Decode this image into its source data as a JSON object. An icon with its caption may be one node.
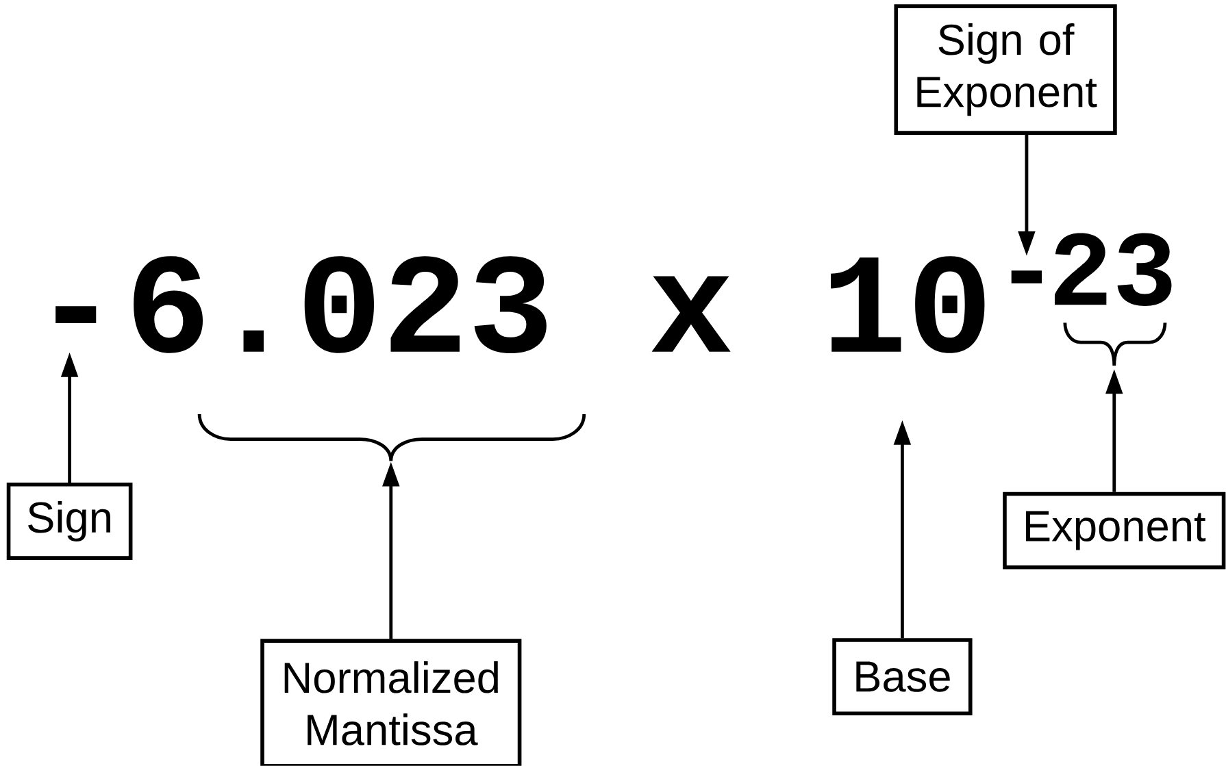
{
  "diagram": {
    "nodes": [
      {
        "text": [
          "Sign of Exponent"
        ]
      },
      {
        "text": [
          "-"
        ]
      },
      {
        "text": [
          "6.023"
        ]
      },
      {
        "text": [
          "10"
        ]
      },
      {
        "text": [
          "-"
        ]
      },
      {
        "text": [
          "23"
        ]
      },
      {
        "text": [
          "Sign"
        ]
      },
      {
        "text": [
          "Exponent"
        ]
      },
      {
        "text": [
          "Normalized Mantissa"
        ]
      },
      {
        "text": [
          "Base"
        ]
      }
    ],
    "edges": [
      {
        "from": 6,
        "to": 1,
        "arrow": "to"
      },
      {
        "from": 8,
        "to": 2,
        "arrow": "to"
      },
      {
        "from": 9,
        "to": 3,
        "arrow": "to"
      },
      {
        "from": 0,
        "to": 4,
        "arrow": "to"
      },
      {
        "from": 7,
        "to": 5,
        "arrow": "to"
      }
    ],
    "labels": [
      "x"
    ]
  }
}
